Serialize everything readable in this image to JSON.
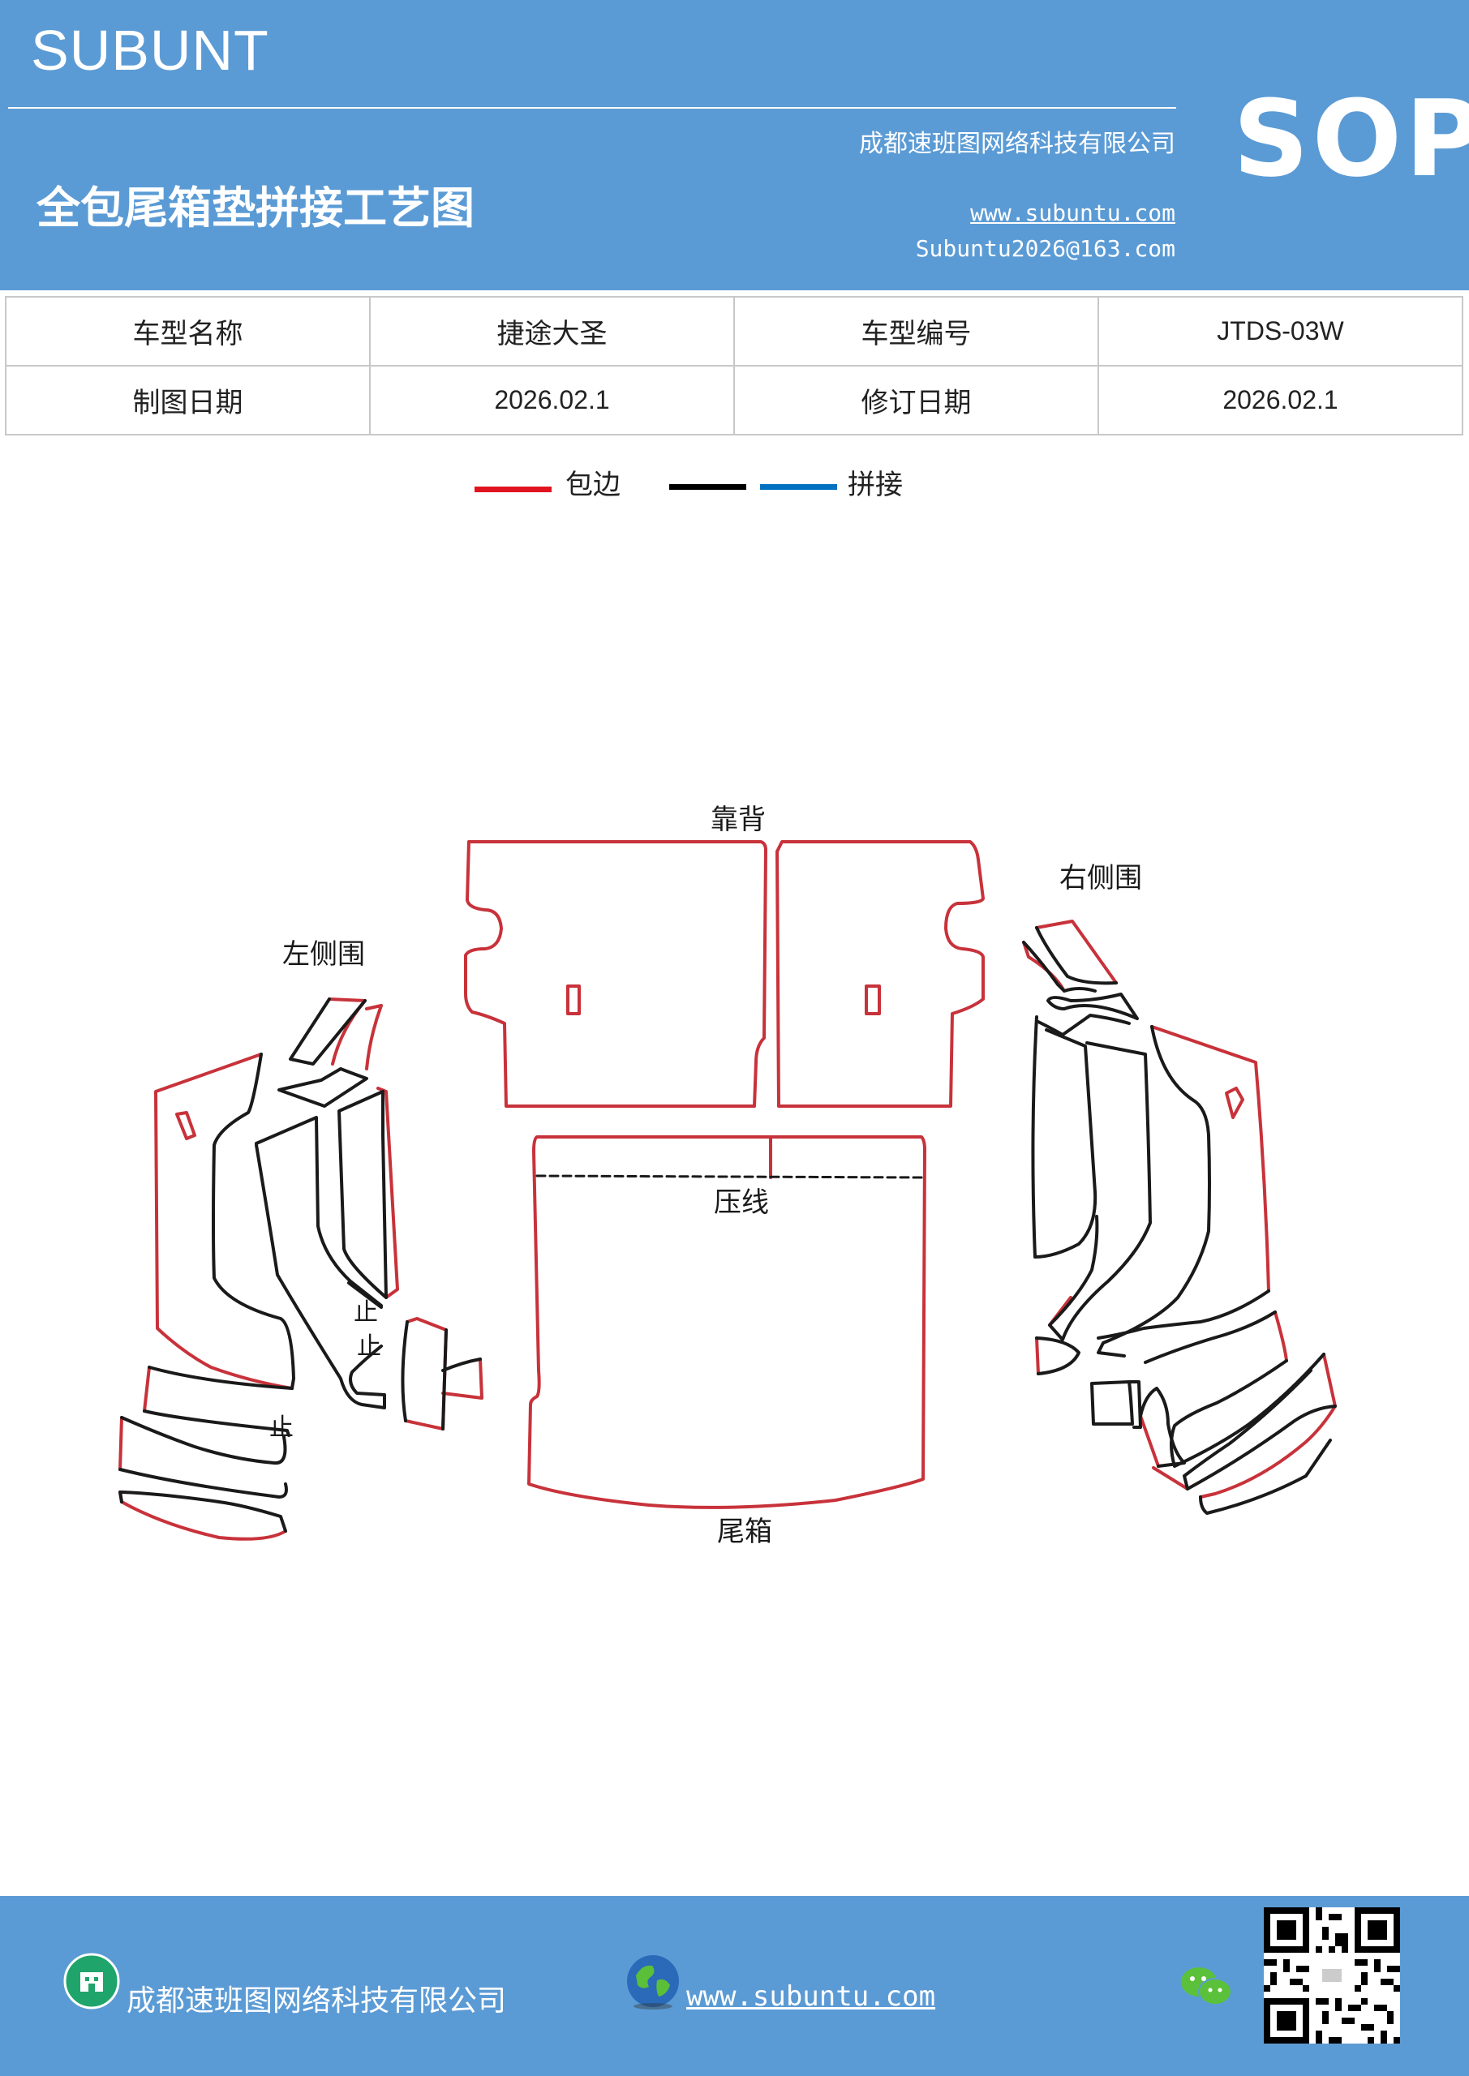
{
  "header": {
    "brand": "SUBUNT",
    "title": "全包尾箱垫拼接工艺图",
    "company": "成都速班图网络科技有限公司",
    "website": "www.subuntu.com",
    "email": "Subuntu2026@163.com",
    "badge": "SOP"
  },
  "info_table": {
    "rows": [
      {
        "label1": "车型名称",
        "value1": "捷途大圣",
        "label2": "车型编号",
        "value2": "JTDS-03W"
      },
      {
        "label1": "制图日期",
        "value1": "2026.02.1",
        "label2": "修订日期",
        "value2": "2026.02.1"
      }
    ]
  },
  "legend": {
    "items": [
      {
        "label": "包边",
        "color": "#e0141e"
      },
      {
        "label": "拼接",
        "colors": [
          "#000000",
          "#0070c0"
        ]
      }
    ]
  },
  "drawing": {
    "labels": {
      "backrest": "靠背",
      "right_side": "右侧围",
      "left_side": "左侧围",
      "crease": "压线",
      "trunk": "尾箱",
      "stop1": "止",
      "stop2": "止",
      "stop3": "止"
    },
    "colors": {
      "edge": "#c8323a",
      "seam": "#1a1a1a"
    }
  },
  "footer": {
    "company": "成都速班图网络科技有限公司",
    "website": "www.subuntu.com"
  }
}
